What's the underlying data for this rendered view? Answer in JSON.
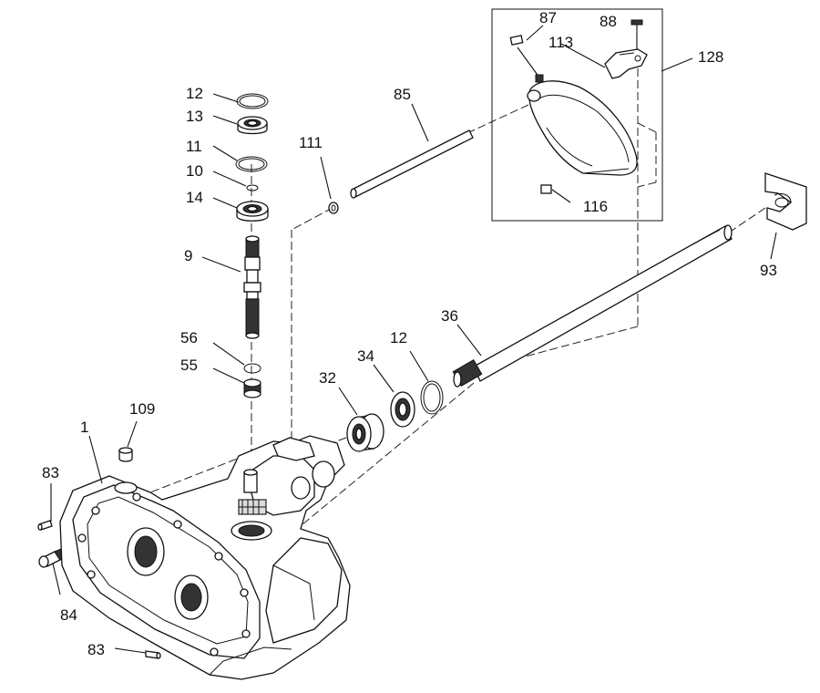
{
  "diagram": {
    "callouts": {
      "c1": "1",
      "c9": "9",
      "c10": "10",
      "c11": "11",
      "c12a": "12",
      "c12b": "12",
      "c13": "13",
      "c14": "14",
      "c32": "32",
      "c34": "34",
      "c36": "36",
      "c55": "55",
      "c56": "56",
      "c83a": "83",
      "c83b": "83",
      "c84": "84",
      "c85": "85",
      "c87": "87",
      "c88": "88",
      "c93": "93",
      "c109": "109",
      "c111": "111",
      "c113": "113",
      "c116": "116",
      "c128": "128"
    }
  }
}
